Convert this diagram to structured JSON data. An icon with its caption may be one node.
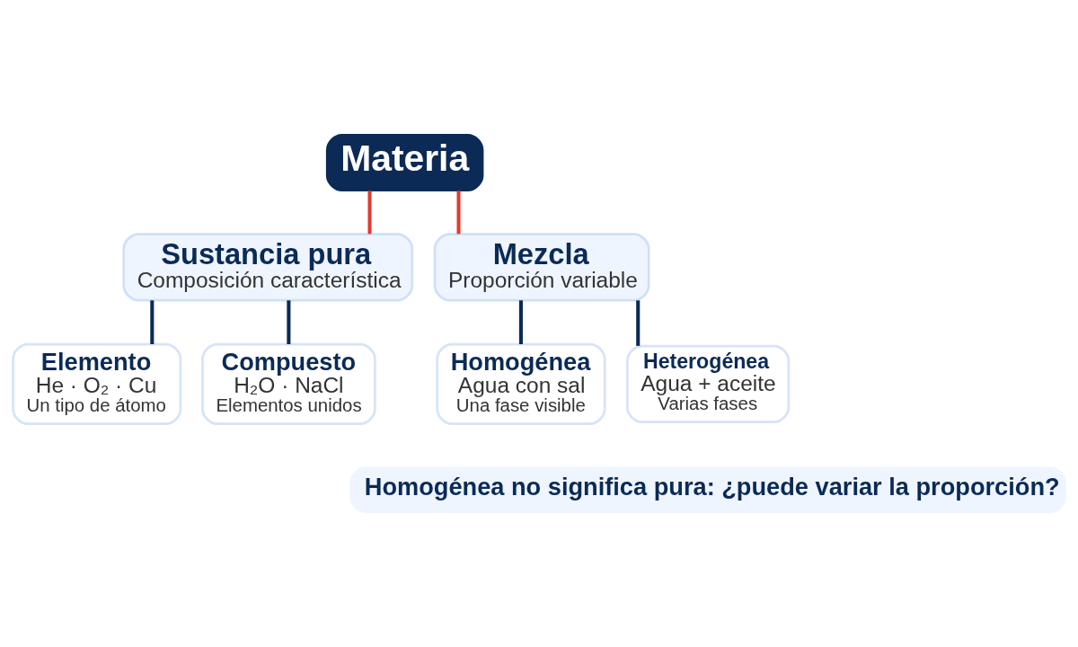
{
  "diagram": {
    "nodes": [
      {
        "text": [
          "Materia"
        ]
      },
      {
        "text": [
          "Sustancia pura",
          "Composición característica"
        ]
      },
      {
        "text": [
          "Mezcla",
          "Proporción variable"
        ]
      },
      {
        "text": [
          "Elemento",
          "He · O₂ · Cu",
          "Un tipo de átomo"
        ]
      },
      {
        "text": [
          "Compuesto",
          "H₂O · NaCl",
          "Elementos unidos"
        ]
      },
      {
        "text": [
          "Homogénea",
          "Agua con sal",
          "Una fase visible"
        ]
      },
      {
        "text": [
          "Heterogénea",
          "Agua + aceite",
          "Varias fases"
        ]
      },
      {
        "text": [
          "Homogénea no significa pura: ¿puede variar la proporción?"
        ]
      }
    ],
    "edges": [
      {
        "from": 0,
        "to": 1,
        "arrow": "none",
        "color": "#e03a32"
      },
      {
        "from": 0,
        "to": 2,
        "arrow": "none",
        "color": "#e03a32"
      },
      {
        "from": 1,
        "to": 3,
        "arrow": "none"
      },
      {
        "from": 1,
        "to": 4,
        "arrow": "none"
      },
      {
        "from": 2,
        "to": 5,
        "arrow": "none"
      },
      {
        "from": 2,
        "to": 6,
        "arrow": "none"
      }
    ]
  }
}
